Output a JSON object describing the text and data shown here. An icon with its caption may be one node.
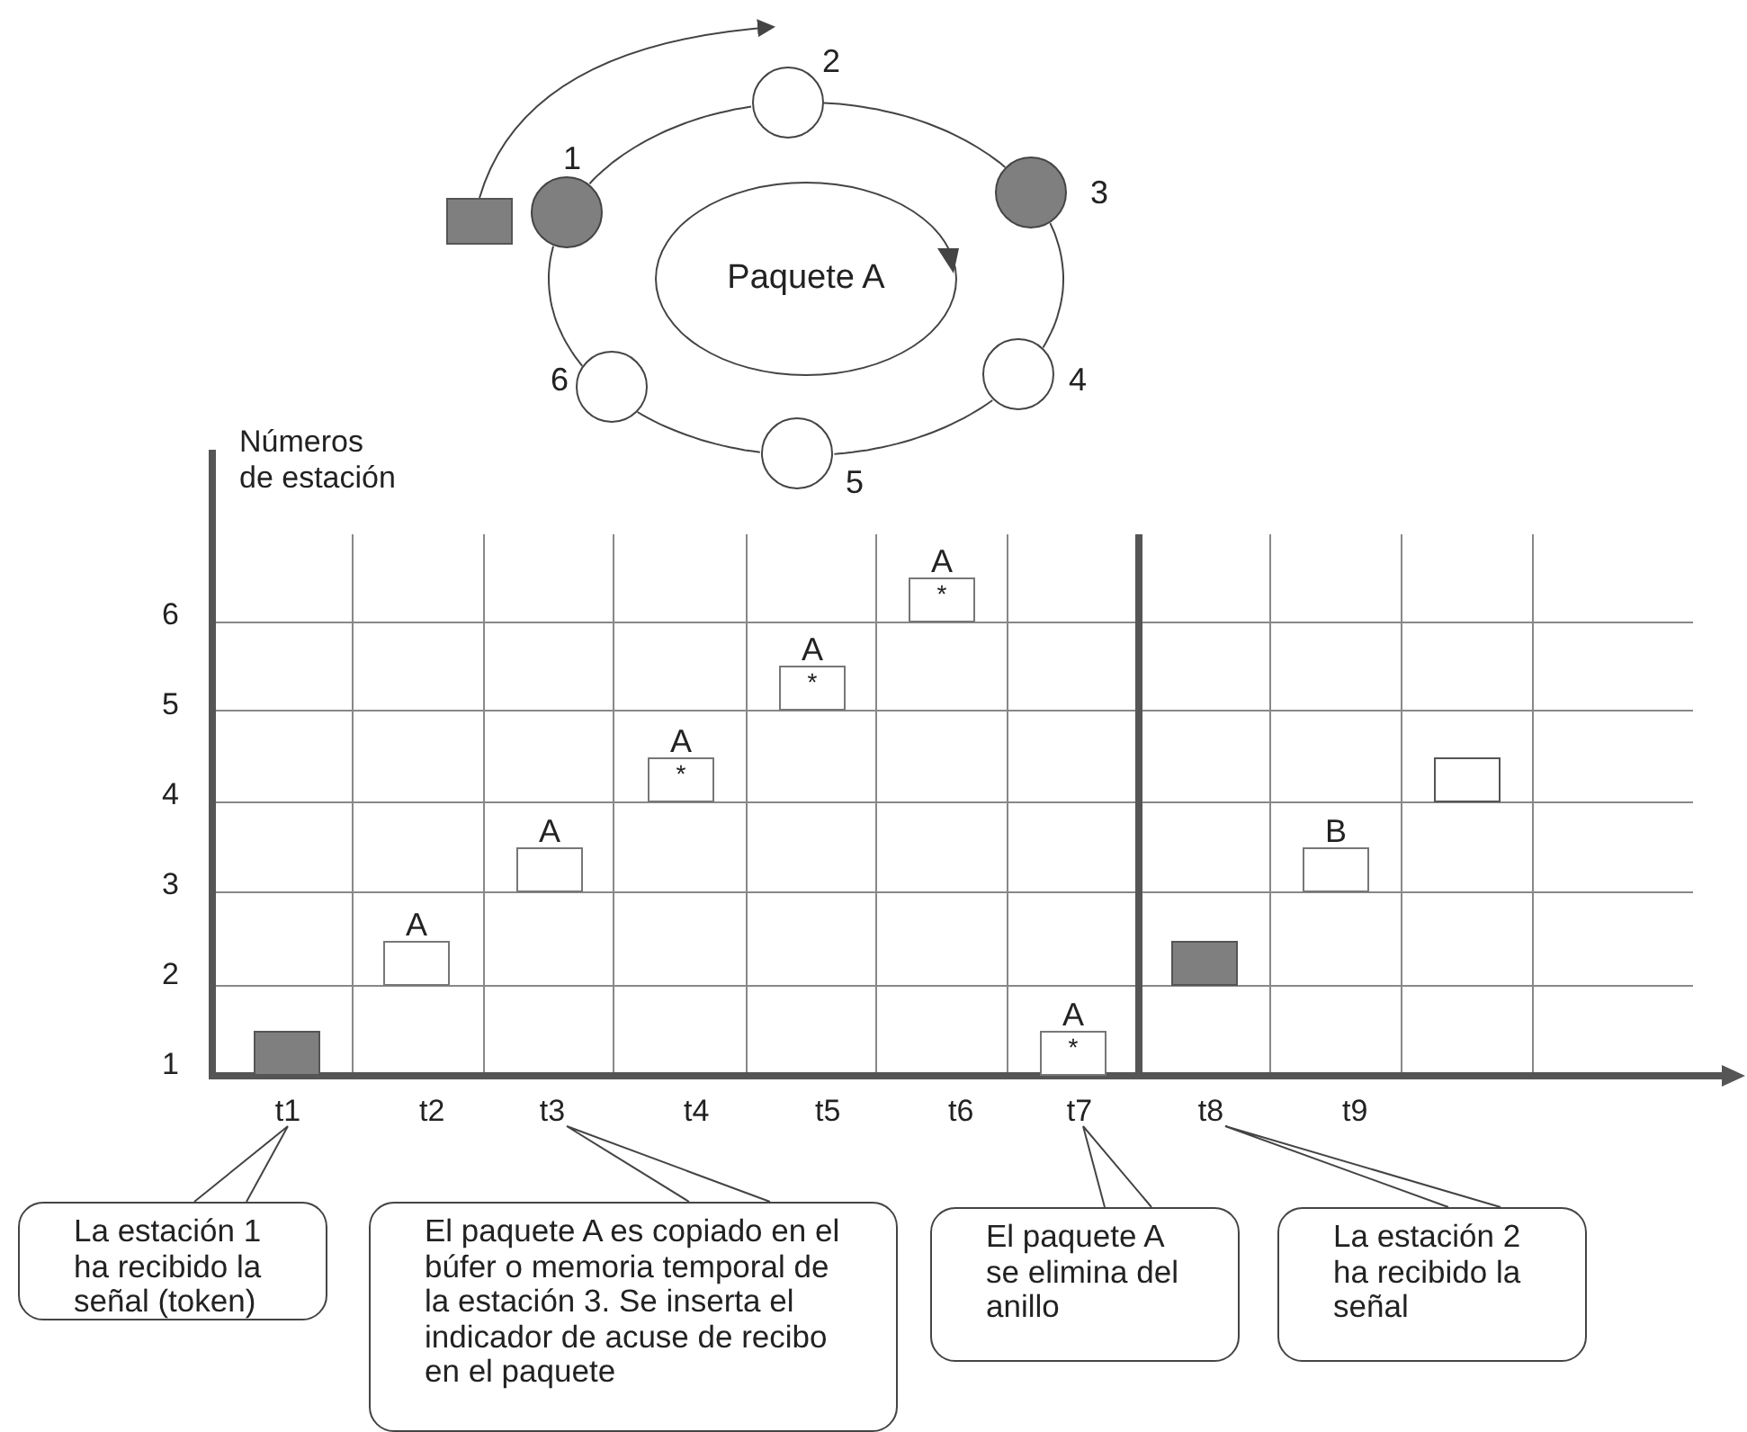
{
  "diagram": {
    "nodes": [
      {
        "text": [],
        "shape": "box"
      },
      {
        "text": [],
        "shape": "circle",
        "beside": [
          "1"
        ]
      },
      {
        "text": [],
        "shape": "circle",
        "beside": [
          "2"
        ]
      },
      {
        "text": [],
        "shape": "circle",
        "beside": [
          "3"
        ]
      },
      {
        "text": [],
        "shape": "circle",
        "beside": [
          "4"
        ]
      },
      {
        "text": [],
        "shape": "circle",
        "beside": [
          "5"
        ]
      },
      {
        "text": [],
        "shape": "circle",
        "beside": [
          "6"
        ]
      },
      {
        "text": [
          "Paquete A"
        ]
      },
      {
        "text": [],
        "shape": "box"
      },
      {
        "text": [
          "A"
        ]
      },
      {
        "text": [
          "A"
        ]
      },
      {
        "text": [
          "A",
          "*"
        ]
      },
      {
        "text": [
          "A",
          "*"
        ]
      },
      {
        "text": [
          "A",
          "*"
        ]
      },
      {
        "text": [
          "A",
          "*"
        ]
      },
      {
        "text": [],
        "shape": "box"
      },
      {
        "text": [
          "B"
        ]
      },
      {
        "text": [],
        "shape": "box"
      },
      {
        "text": [
          "t1"
        ]
      },
      {
        "text": [
          "t3"
        ]
      },
      {
        "text": [
          "t7"
        ]
      },
      {
        "text": [
          "t8"
        ]
      },
      {
        "text": [
          "La estación 1 ha recibido la señal (token)"
        ]
      },
      {
        "text": [
          "El paquete A es copiado en el búfer o memoria temporal de la estación 3. Se inserta el indicador de acuse de recibo en el paquete"
        ]
      },
      {
        "text": [
          "El paquete A se elimina del anillo"
        ]
      },
      {
        "text": [
          "La estación 2 ha recibido la señal"
        ]
      }
    ],
    "edges": [
      {
        "from": 0,
        "to": 2,
        "arrow": "to"
      },
      {
        "from": 1,
        "to": 2,
        "arrow": "none"
      },
      {
        "from": 2,
        "to": 3,
        "arrow": "none"
      },
      {
        "from": 3,
        "to": 4,
        "arrow": "none"
      },
      {
        "from": 4,
        "to": 5,
        "arrow": "none"
      },
      {
        "from": 5,
        "to": 6,
        "arrow": "none"
      },
      {
        "from": 6,
        "to": 1,
        "arrow": "none"
      },
      {
        "from": 22,
        "to": 18,
        "arrow": "none"
      },
      {
        "from": 23,
        "to": 19,
        "arrow": "none"
      },
      {
        "from": 24,
        "to": 20,
        "arrow": "none"
      },
      {
        "from": 25,
        "to": 21,
        "arrow": "none"
      }
    ],
    "labels": [
      "Números de estación",
      "6",
      "5",
      "4",
      "3",
      "2",
      "1",
      "t2",
      "t4",
      "t5",
      "t6",
      "t9"
    ]
  }
}
